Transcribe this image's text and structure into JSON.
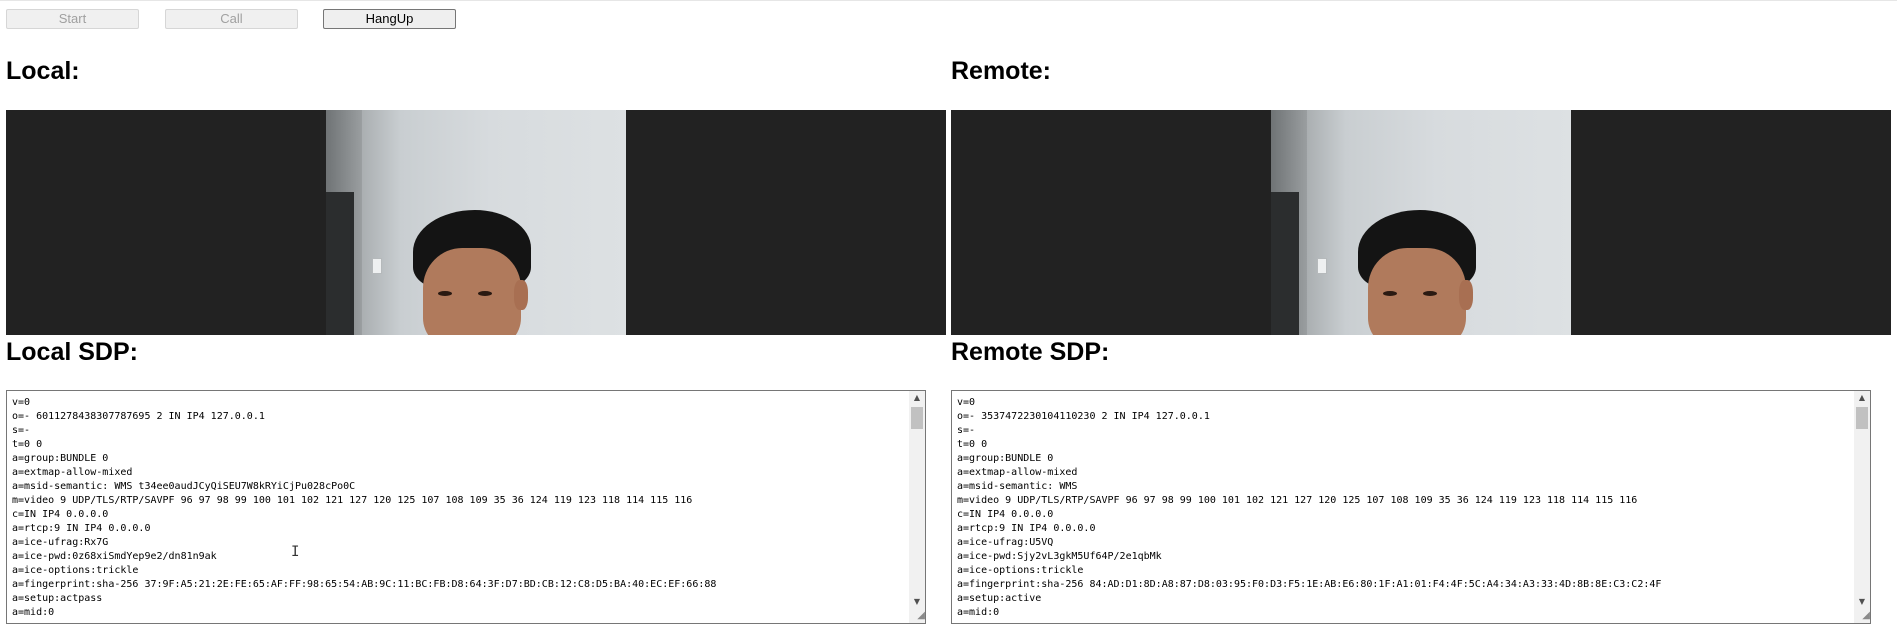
{
  "toolbar": {
    "start_label": "Start",
    "call_label": "Call",
    "hangup_label": "HangUp"
  },
  "local": {
    "heading": "Local:",
    "sdp_heading": "Local SDP:",
    "sdp_lines": "v=0\no=- 6011278438307787695 2 IN IP4 127.0.0.1\ns=-\nt=0 0\na=group:BUNDLE 0\na=extmap-allow-mixed\na=msid-semantic: WMS t34ee0audJCyQiSEU7W8kRYiCjPu028cPo0C\nm=video 9 UDP/TLS/RTP/SAVPF 96 97 98 99 100 101 102 121 127 120 125 107 108 109 35 36 124 119 123 118 114 115 116\nc=IN IP4 0.0.0.0\na=rtcp:9 IN IP4 0.0.0.0\na=ice-ufrag:Rx7G\na=ice-pwd:0z68xiSmdYep9e2/dn81n9ak\na=ice-options:trickle\na=fingerprint:sha-256 37:9F:A5:21:2E:FE:65:AF:FF:98:65:54:AB:9C:11:BC:FB:D8:64:3F:D7:BD:CB:12:C8:D5:BA:40:EC:EF:66:88\na=setup:actpass\na=mid:0"
  },
  "remote": {
    "heading": "Remote:",
    "sdp_heading": "Remote SDP:",
    "sdp_lines": "v=0\no=- 3537472230104110230 2 IN IP4 127.0.0.1\ns=-\nt=0 0\na=group:BUNDLE 0\na=extmap-allow-mixed\na=msid-semantic: WMS\nm=video 9 UDP/TLS/RTP/SAVPF 96 97 98 99 100 101 102 121 127 120 125 107 108 109 35 36 124 119 123 118 114 115 116\nc=IN IP4 0.0.0.0\na=rtcp:9 IN IP4 0.0.0.0\na=ice-ufrag:U5VQ\na=ice-pwd:Sjy2vL3gkM5Uf64P/2e1qbMk\na=ice-options:trickle\na=fingerprint:sha-256 84:AD:D1:8D:A8:87:D8:03:95:F0:D3:F5:1E:AB:E6:80:1F:A1:01:F4:4F:5C:A4:34:A3:33:4D:8B:8E:C3:C2:4F\na=setup:active\na=mid:0"
  },
  "icons": {
    "scroll_up": "scroll-up-arrow-icon",
    "scroll_down": "scroll-down-arrow-icon",
    "resize": "resize-grip-icon",
    "cursor": "text-cursor-icon"
  },
  "colors": {
    "video_background": "#222222"
  }
}
